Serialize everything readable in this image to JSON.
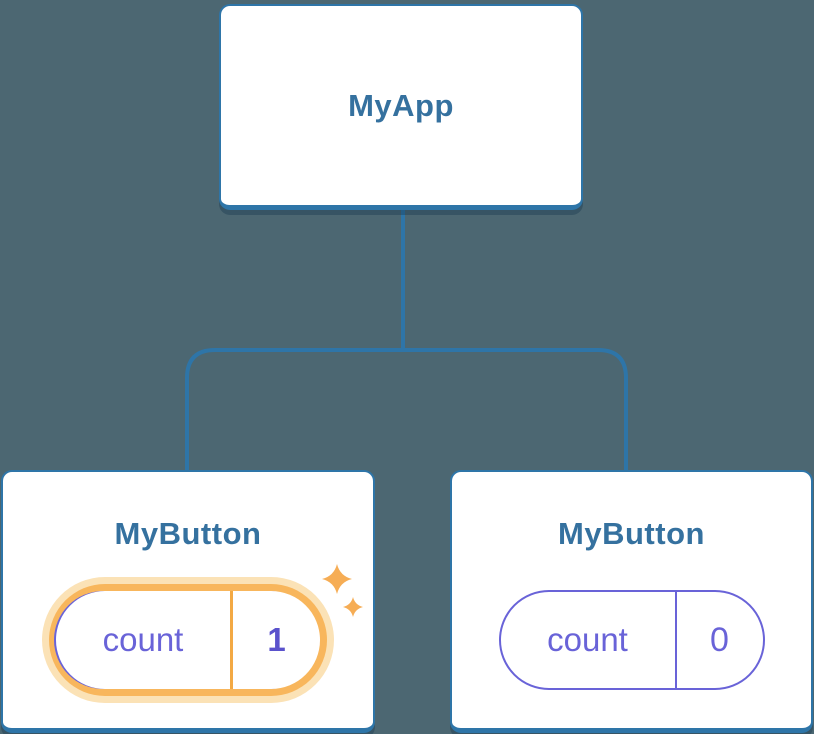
{
  "tree": {
    "root": {
      "label": "MyApp"
    },
    "children": [
      {
        "label": "MyButton",
        "prop_key": "count",
        "prop_value": "1",
        "highlighted": true
      },
      {
        "label": "MyButton",
        "prop_key": "count",
        "prop_value": "0",
        "highlighted": false
      }
    ]
  },
  "icons": [
    {
      "name": "sparkle-icon",
      "meaning": "state-updated highlight sparkles"
    }
  ],
  "colors": {
    "bg": "#4c6772",
    "line": "#2e75a8",
    "card": "#ffffff",
    "title": "#35719f",
    "purple": "#6963d8",
    "value-bold": "#5a52cc",
    "orange": "#f8b65c",
    "orange-divider": "#f3a944",
    "halo": "#fbe2b6",
    "sparkle": "#f6ad55"
  }
}
